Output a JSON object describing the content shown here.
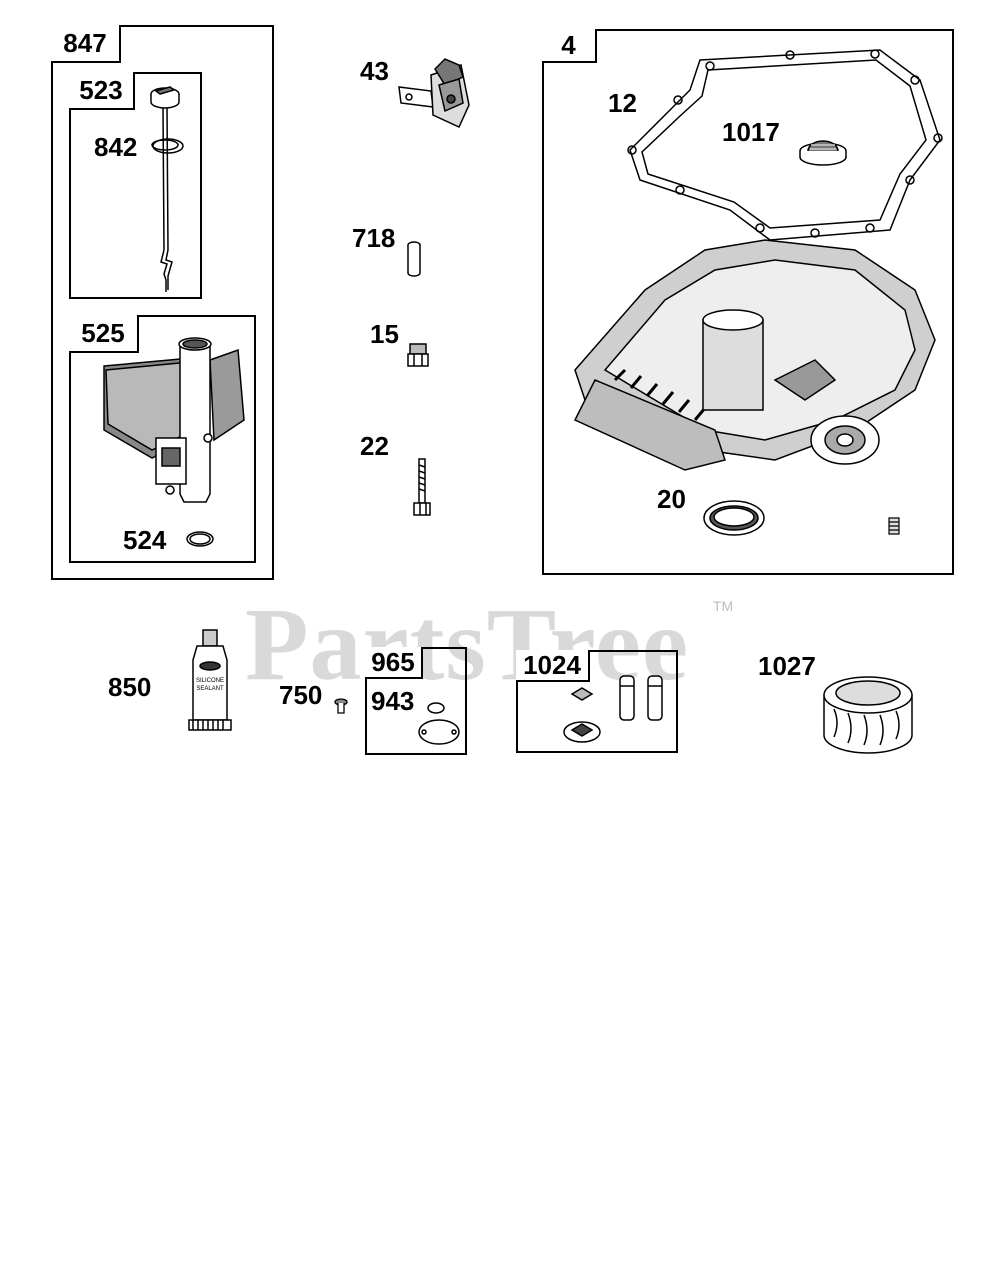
{
  "watermark": {
    "text": "PartsTree",
    "tm": "TM"
  },
  "groups": {
    "dipstick_group": "847",
    "dipstick": "523",
    "tube": "525",
    "sump_kit": "4",
    "repair_965": "965",
    "repair_1024": "1024"
  },
  "callouts": {
    "o_ring_842": "842",
    "o_ring_524": "524",
    "governor_43": "43",
    "pin_718": "718",
    "plug_15": "15",
    "screw_22": "22",
    "gasket_12": "12",
    "filter_1017": "1017",
    "seal_20": "20",
    "sealant_850": "850",
    "screw_750": "750",
    "gasket_943": "943",
    "filter_1027": "1027"
  },
  "sealant_tube_text": {
    "line1": "SILICONE",
    "line2": "SEALANT"
  }
}
